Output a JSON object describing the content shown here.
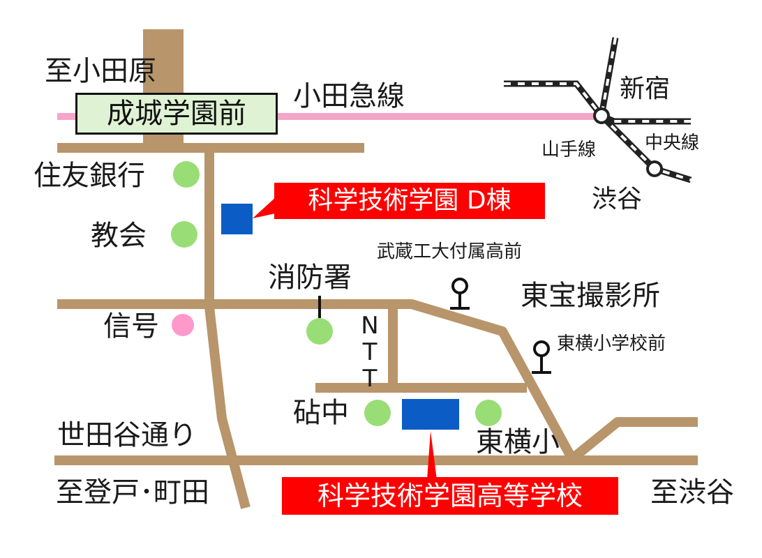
{
  "colors": {
    "road": "#b8956a",
    "odakyu_line": "#f4a6c8",
    "building": "#0b5cc4",
    "landmark": "#99dd77",
    "signal": "#ff99cc",
    "label_red": "#ff0000",
    "station_box": "#dff3d4"
  },
  "labels": {
    "to_odawara": "至小田原",
    "station": "成城学園前",
    "odakyu": "小田急線",
    "shinjuku": "新宿",
    "yamanote": "山手線",
    "chuo": "中央線",
    "shibuya": "渋谷",
    "bank": "住友銀行",
    "church": "教会",
    "building_d": "科学技術学園 D棟",
    "bus_stop_1": "武蔵工大付属高前",
    "fire_station": "消防署",
    "toho_studio": "東宝撮影所",
    "signal": "信号",
    "ntt": [
      "N",
      "T",
      "T"
    ],
    "bus_stop_2": "東横小学校前",
    "kinuta": "砧中",
    "higashi": "東横小",
    "setagaya": "世田谷通り",
    "to_noborito": "至登戸･町田",
    "high_school": "科学技術学園高等学校",
    "to_shibuya": "至渋谷"
  },
  "icons": {
    "landmark": "circle",
    "signal": "circle",
    "bus_stop": "bus-stop-pin",
    "building": "square",
    "railway": "dashed-track"
  }
}
